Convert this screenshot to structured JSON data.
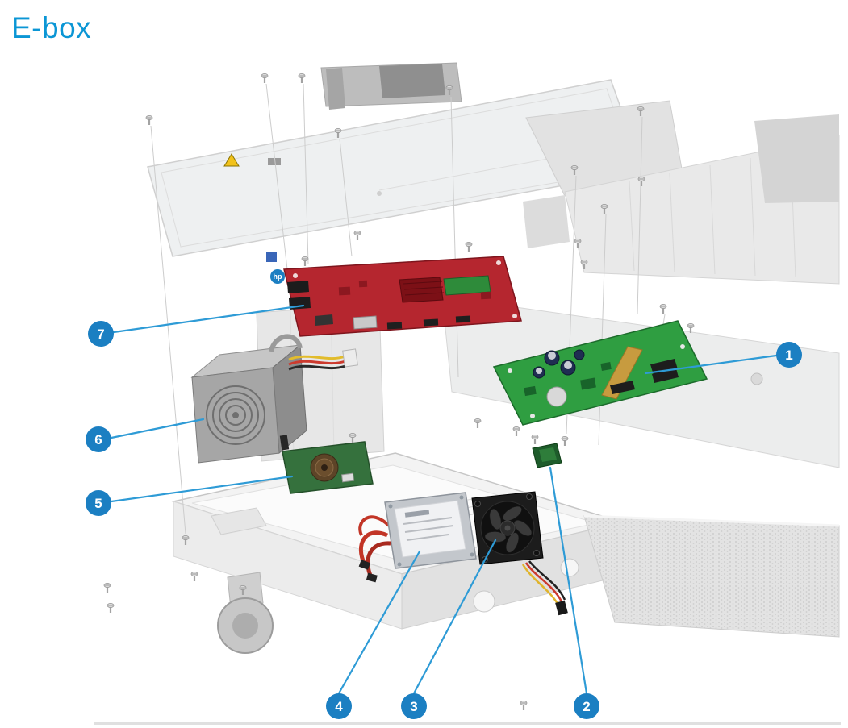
{
  "page": {
    "title": "E-box"
  },
  "logo": {
    "label": "hp"
  },
  "colors": {
    "title_blue": "#0b96d5",
    "badge_blue": "#1b7fc2",
    "leader_blue": "#2e9bd6",
    "board_red": "#b5262f",
    "board_green": "#2f9e41",
    "chassis_gray": "#ececec"
  },
  "callouts": [
    {
      "number": "1"
    },
    {
      "number": "2"
    },
    {
      "number": "3"
    },
    {
      "number": "4"
    },
    {
      "number": "5"
    },
    {
      "number": "6"
    },
    {
      "number": "7"
    }
  ]
}
